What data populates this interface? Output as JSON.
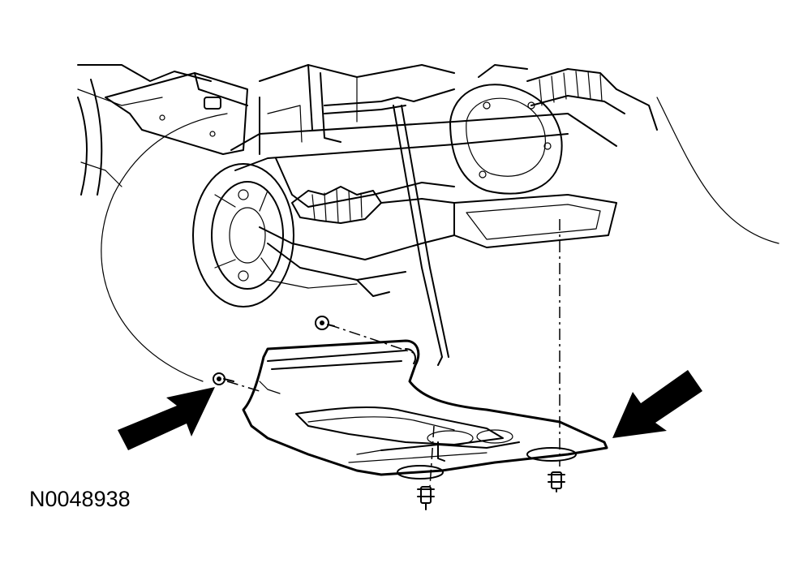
{
  "figure": {
    "reference_code": "N0048938",
    "ink_color": "#000000",
    "paper_color": "#ffffff"
  },
  "callouts": [
    {
      "icon": "arrow-icon",
      "points_to": "shield-left-edge"
    },
    {
      "icon": "arrow-icon",
      "points_to": "shield-right-corner"
    }
  ],
  "fasteners": [
    {
      "icon": "bolt-icon",
      "role": "shield-left-bolt"
    },
    {
      "icon": "bolt-icon",
      "role": "shield-upper-bolt"
    },
    {
      "icon": "bolt-icon",
      "role": "shield-lower-bolt"
    },
    {
      "icon": "bolt-icon",
      "role": "shield-rear-bolt"
    }
  ]
}
